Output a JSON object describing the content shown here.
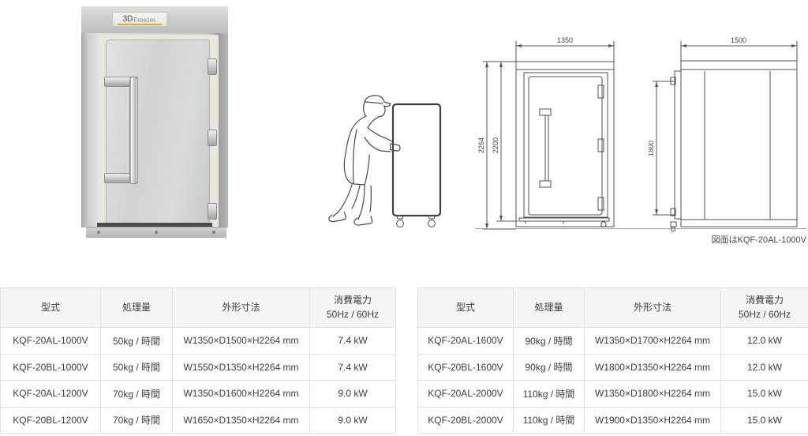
{
  "logo": {
    "part1": "3D",
    "part2": "Freezer."
  },
  "caption": "図面はKQF-20AL-1000V",
  "front_view": {
    "width_label": "1350",
    "height_outer_label": "2264",
    "height_inner_label": "2200"
  },
  "side_view": {
    "width_label": "1500",
    "height_label": "1800"
  },
  "colors": {
    "accent_orange": "#dfa63e",
    "table_header_bg": "#f5f5f6",
    "table_border": "#e2e2e3",
    "drawing_line": "#4f4f4f"
  },
  "tables": [
    {
      "headers": [
        {
          "label": "型式"
        },
        {
          "label": "処理量"
        },
        {
          "label": "外形寸法"
        },
        {
          "label": "消費電力",
          "sub": "50Hz / 60Hz"
        }
      ],
      "rows": [
        [
          "KQF-20AL-1000V",
          "50kg / 時間",
          "W1350×D1500×H2264 mm",
          "7.4 kW"
        ],
        [
          "KQF-20BL-1000V",
          "50kg / 時間",
          "W1550×D1350×H2264 mm",
          "7.4 kW"
        ],
        [
          "KQF-20AL-1200V",
          "70kg / 時間",
          "W1350×D1600×H2264 mm",
          "9.0 kW"
        ],
        [
          "KQF-20BL-1200V",
          "70kg / 時間",
          "W1650×D1350×H2264 mm",
          "9.0 kW"
        ]
      ]
    },
    {
      "headers": [
        {
          "label": "型式"
        },
        {
          "label": "処理量"
        },
        {
          "label": "外形寸法"
        },
        {
          "label": "消費電力",
          "sub": "50Hz / 60Hz"
        }
      ],
      "rows": [
        [
          "KQF-20AL-1600V",
          "90kg / 時間",
          "W1350×D1700×H2264 mm",
          "12.0 kW"
        ],
        [
          "KQF-20BL-1600V",
          "90kg / 時間",
          "W1800×D1350×H2264 mm",
          "12.0 kW"
        ],
        [
          "KQF-20AL-2000V",
          "110kg / 時間",
          "W1350×D1800×H2264 mm",
          "15.0 kW"
        ],
        [
          "KQF-20BL-2000V",
          "110kg / 時間",
          "W1900×D1350×H2264 mm",
          "15.0 kW"
        ]
      ]
    }
  ]
}
